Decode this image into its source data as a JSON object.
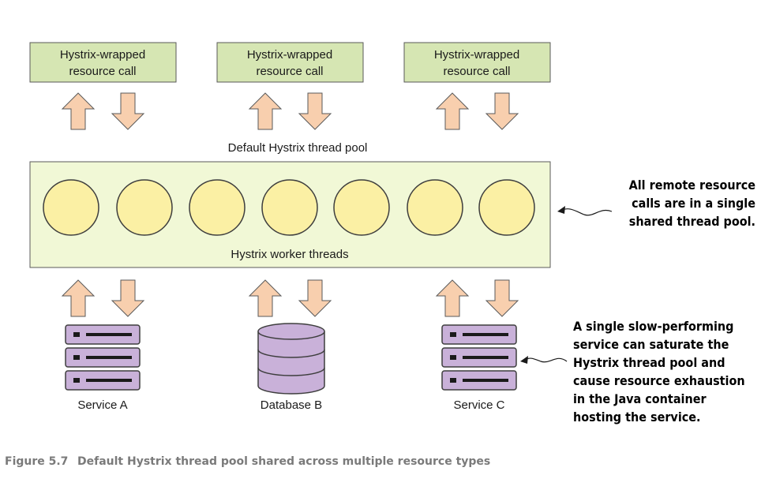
{
  "resource_calls": [
    {
      "line1": "Hystrix-wrapped",
      "line2": "resource call"
    },
    {
      "line1": "Hystrix-wrapped",
      "line2": "resource call"
    },
    {
      "line1": "Hystrix-wrapped",
      "line2": "resource call"
    }
  ],
  "pool": {
    "title": "Default Hystrix thread pool",
    "workers_label": "Hystrix worker threads",
    "thread_count": 7
  },
  "sources": [
    {
      "label": "Service A",
      "icon": "server-icon"
    },
    {
      "label": "Database B",
      "icon": "database-icon"
    },
    {
      "label": "Service C",
      "icon": "server-icon"
    }
  ],
  "notes": {
    "pool_note": [
      "All remote resource",
      "calls are in a single",
      "shared thread pool."
    ],
    "slow_note": [
      "A single slow-performing",
      "service can saturate the",
      "Hystrix thread pool and",
      "cause resource exhaustion",
      "in the Java container",
      "hosting the service."
    ]
  },
  "caption": {
    "number": "Figure 5.7",
    "text": "Default Hystrix thread pool shared across multiple resource types"
  },
  "colors": {
    "box_fill": "#d6e6b3",
    "box_stroke": "#5a5a5a",
    "pool_fill": "#f1f8d6",
    "thread_fill": "#fbf0a4",
    "arrow_fill": "#f8cfae",
    "icon_fill": "#c9b1d9",
    "icon_stroke": "#3e3e3e"
  }
}
